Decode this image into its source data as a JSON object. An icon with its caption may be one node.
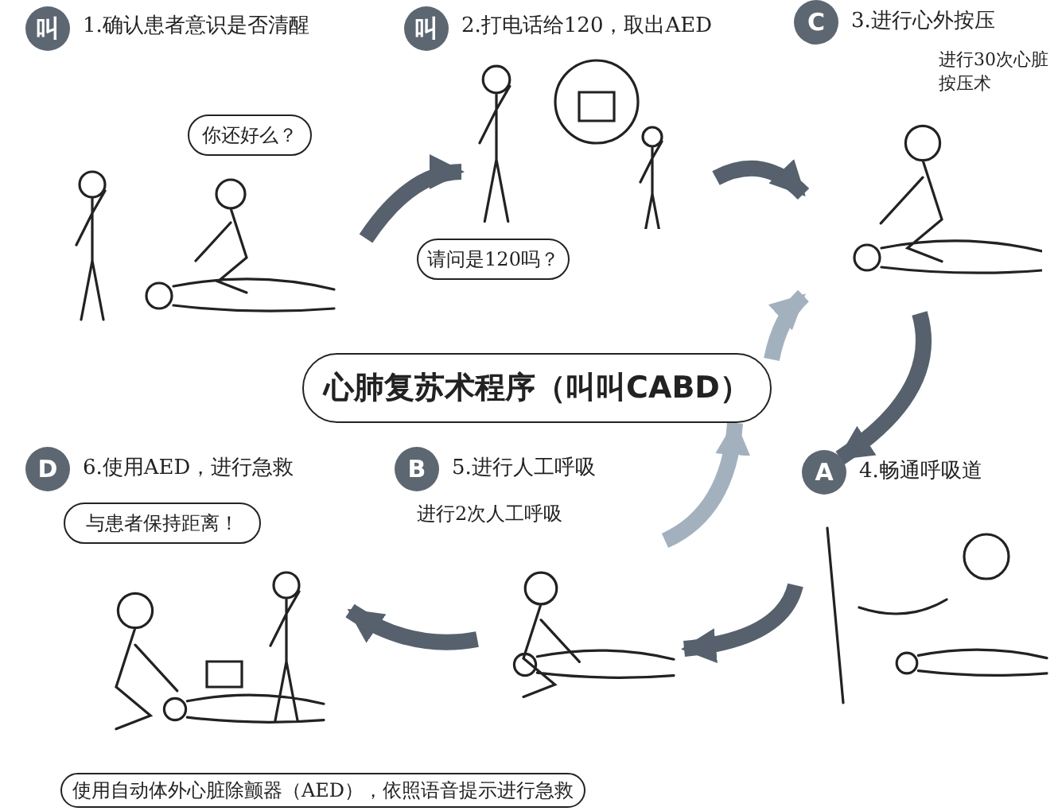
{
  "diagram": {
    "nodes": [
      {
        "text": [
          "叫"
        ],
        "beside": [
          "1.确认患者意识是否清醒"
        ]
      },
      {
        "text": [
          "你还好么？"
        ]
      },
      {
        "text": [
          "叫"
        ],
        "beside": [
          "2.打电话给120，取出AED"
        ]
      },
      {
        "text": [
          "请问是120吗？"
        ]
      },
      {
        "text": [
          "C"
        ],
        "beside": [
          "3.进行心外按压",
          "进行30次心脏按压术"
        ]
      },
      {
        "text": [
          "心肺复苏术程序（叫叫CABD）"
        ]
      },
      {
        "text": [
          "D"
        ],
        "beside": [
          "6.使用AED，进行急救"
        ]
      },
      {
        "text": [
          "与患者保持距离！"
        ]
      },
      {
        "text": [
          "B"
        ],
        "beside": [
          "5.进行人工呼吸",
          "进行2次人工呼吸"
        ]
      },
      {
        "text": [
          "A"
        ],
        "beside": [
          "4.畅通呼吸道"
        ]
      },
      {
        "text": [
          "使用自动体外心脏除颤器（AED），依照语音提示进行急救"
        ]
      },
      {
        "text": [],
        "shape": "picture"
      },
      {
        "text": [],
        "shape": "picture"
      },
      {
        "text": [],
        "shape": "picture"
      },
      {
        "text": [],
        "shape": "picture"
      },
      {
        "text": [],
        "shape": "picture"
      },
      {
        "text": [],
        "shape": "picture"
      }
    ],
    "edges": [
      {
        "from": 11,
        "to": 12,
        "arrow": "to"
      },
      {
        "from": 12,
        "to": 13,
        "arrow": "to"
      },
      {
        "from": 13,
        "to": 9,
        "arrow": "to"
      },
      {
        "from": 16,
        "to": 15,
        "arrow": "to"
      },
      {
        "from": 15,
        "to": 14,
        "arrow": "to"
      },
      {
        "from": 15,
        "to": 5,
        "arrow": "to",
        "color": "#a3b1bf"
      },
      {
        "from": 5,
        "to": 13,
        "arrow": "to",
        "color": "#a3b1bf"
      }
    ]
  }
}
